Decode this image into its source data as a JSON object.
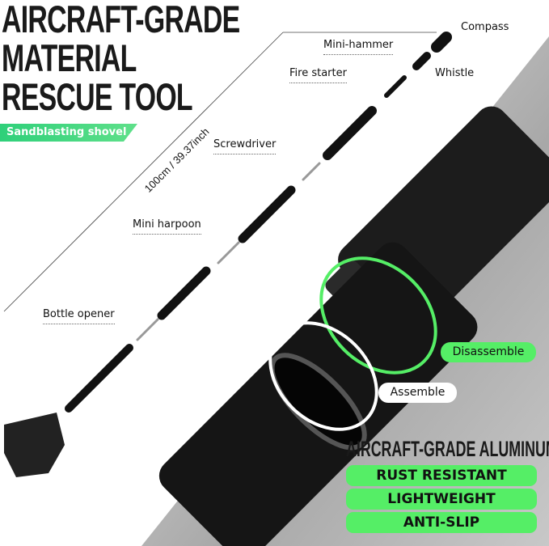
{
  "title_lines": [
    "AIRCRAFT-GRADE",
    "MATERIAL",
    "RESCUE TOOL"
  ],
  "tag": "Sandblasting shovel",
  "dimension": "100cm / 39.37inch",
  "parts": {
    "compass": "Compass",
    "mini_hammer": "Mini-hammer",
    "whistle": "Whistle",
    "fire_starter": "Fire starter",
    "screwdriver": "Screwdriver",
    "mini_harpoon": "Mini harpoon",
    "bottle_opener": "Bottle opener"
  },
  "callouts": {
    "disassemble": "Disassemble",
    "assemble": "Assemble"
  },
  "heading": "AIRCRAFT-GRADE ALUMINUM",
  "features": [
    "RUST RESISTANT",
    "LIGHTWEIGHT",
    "ANTI-SLIP"
  ],
  "colors": {
    "green": "#55ee66",
    "tag": "#2fd07a",
    "gray": "#b5b5b5"
  }
}
